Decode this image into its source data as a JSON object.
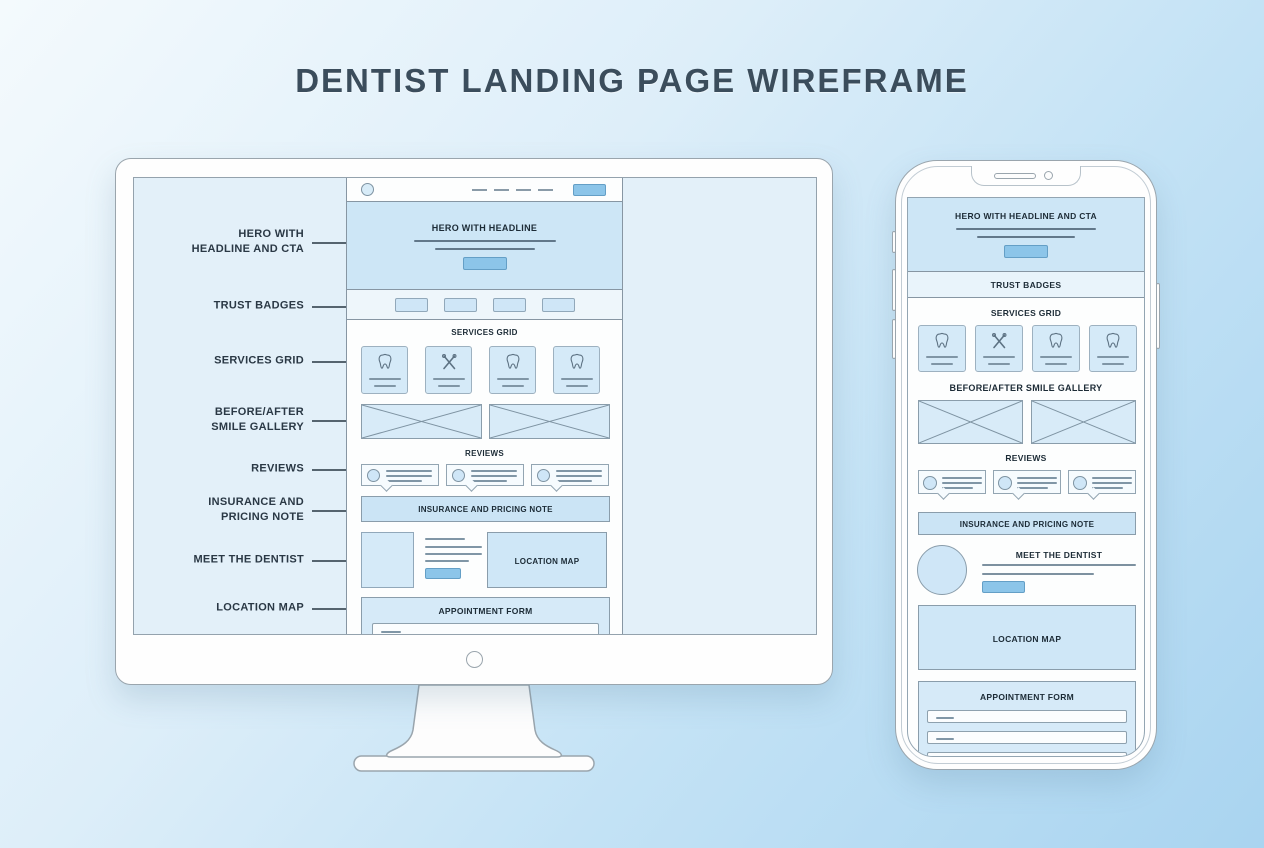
{
  "title": "DENTIST LANDING PAGE WIREFRAME",
  "colors": {
    "accent_blue": "#8cc5e9",
    "light_fill": "#cfe6f7",
    "screen_panel_fill": "#e3f0f9",
    "outline": "#8796a3",
    "title_text": "#3b4d5c",
    "background_gradient": [
      "#f4fafd",
      "#a9d4f0"
    ]
  },
  "desktop": {
    "labels": [
      {
        "label": "HERO WITH HEADLINE AND CTA"
      },
      {
        "label": "TRUST BADGES"
      },
      {
        "label": "SERVICES GRID"
      },
      {
        "label": "BEFORE/AFTER SMILE GALLERY"
      },
      {
        "label": "REVIEWS"
      },
      {
        "label": "INSURANCE AND PRICING NOTE"
      },
      {
        "label": "MEET THE DENTIST"
      },
      {
        "label": "LOCATION MAP"
      }
    ],
    "page": {
      "hero_heading": "HERO WITH HEADLINE",
      "services_heading": "SERVICES GRID",
      "service_icons": [
        "tooth-icon",
        "crossed-dental-tools-icon",
        "tooth-icon",
        "tooth-icon"
      ],
      "reviews_heading": "REVIEWS",
      "insurance_label": "INSURANCE AND PRICING NOTE",
      "location_label": "LOCATION MAP",
      "form_heading": "APPOINTMENT FORM"
    }
  },
  "mobile": {
    "hero_heading": "HERO WITH HEADLINE AND CTA",
    "trust_label": "TRUST BADGES",
    "services_heading": "SERVICES GRID",
    "service_icons": [
      "tooth-icon",
      "crossed-dental-tools-icon",
      "tooth-icon",
      "tooth-icon"
    ],
    "gallery_heading": "BEFORE/AFTER SMILE GALLERY",
    "reviews_heading": "REVIEWS",
    "insurance_label": "INSURANCE AND PRICING NOTE",
    "dentist_heading": "MEET THE DENTIST",
    "location_label": "LOCATION MAP",
    "form_heading": "APPOINTMENT FORM"
  }
}
